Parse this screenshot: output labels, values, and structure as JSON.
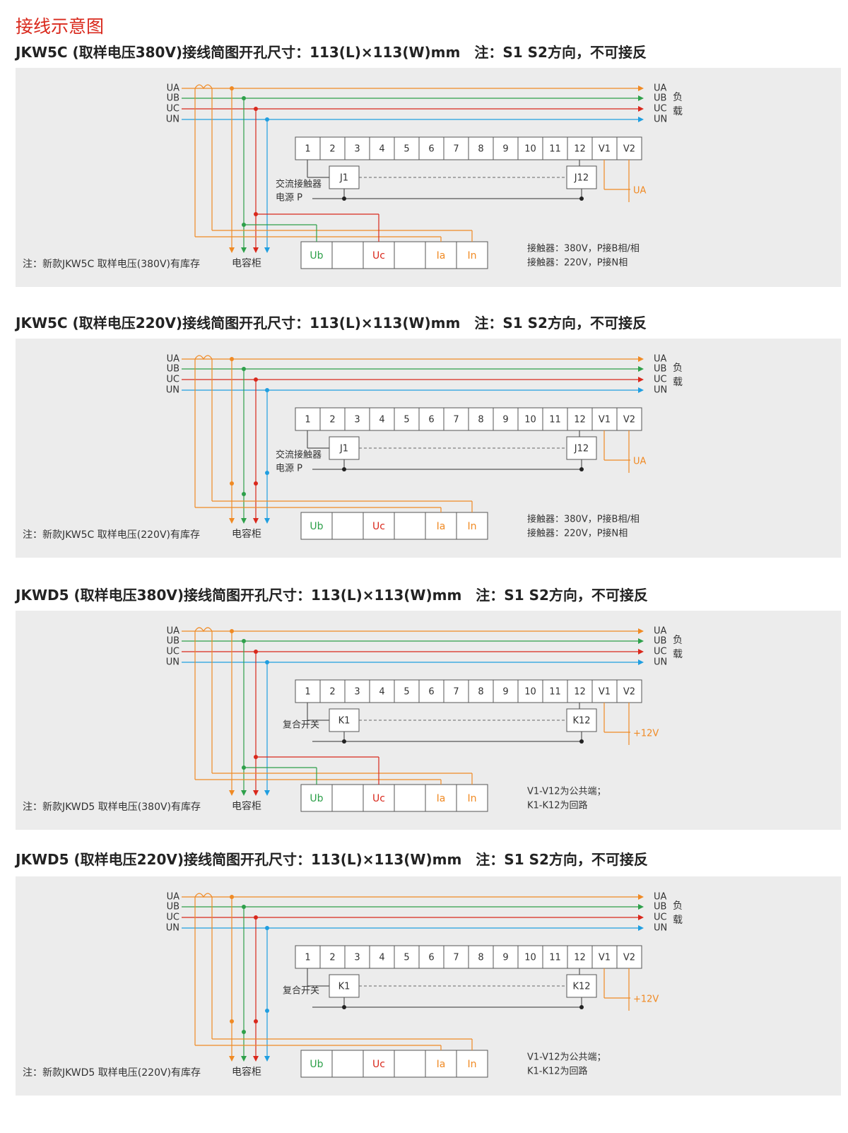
{
  "page_title": "接线示意图",
  "colors": {
    "UA": "#f08a24",
    "UB": "#2ea04a",
    "UC": "#d9281c",
    "UN": "#1f9ee0",
    "title": "#d9281c",
    "panel_bg": "#ececec",
    "box_border": "#555555"
  },
  "line_labels": [
    "UA",
    "UB",
    "UC",
    "UN"
  ],
  "load_label": [
    "负",
    "载"
  ],
  "terminals": [
    "1",
    "2",
    "3",
    "4",
    "5",
    "6",
    "7",
    "8",
    "9",
    "10",
    "11",
    "12",
    "V1",
    "V2"
  ],
  "meter_boxes": [
    "Ub",
    "",
    "Uc",
    "",
    "Ia",
    "In"
  ],
  "capacitor_label": "电容柜",
  "diagrams": [
    {
      "heading": "JKW5C (取样电压380V)接线简图开孔尺寸：113(L)×113(W)mm　注：S1 S2方向，不可接反",
      "relay_first": "J1",
      "relay_last": "J12",
      "supply_label": [
        "交流接触器",
        "电源 P"
      ],
      "v_output": "UA",
      "bottom_note": "注：新款JKW5C 取样电压(380V)有库存",
      "right_notes": [
        "接触器：380V，P接B相/相",
        "接触器：220V，P接N相"
      ],
      "variant": "380"
    },
    {
      "heading": "JKW5C (取样电压220V)接线简图开孔尺寸：113(L)×113(W)mm　注：S1 S2方向，不可接反",
      "relay_first": "J1",
      "relay_last": "J12",
      "supply_label": [
        "交流接触器",
        "电源 P"
      ],
      "v_output": "UA",
      "bottom_note": "注：新款JKW5C 取样电压(220V)有库存",
      "right_notes": [
        "接触器：380V，P接B相/相",
        "接触器：220V，P接N相"
      ],
      "variant": "220"
    },
    {
      "heading": "JKWD5 (取样电压380V)接线简图开孔尺寸：113(L)×113(W)mm　注：S1 S2方向，不可接反",
      "relay_first": "K1",
      "relay_last": "K12",
      "supply_label": [
        "复合开关"
      ],
      "v_output": "+12V",
      "bottom_note": "注：新款JKWD5 取样电压(380V)有库存",
      "right_notes": [
        "V1-V12为公共端；",
        "K1-K12为回路"
      ],
      "variant": "380"
    },
    {
      "heading": "JKWD5 (取样电压220V)接线简图开孔尺寸：113(L)×113(W)mm　注：S1 S2方向，不可接反",
      "relay_first": "K1",
      "relay_last": "K12",
      "supply_label": [
        "复合开关"
      ],
      "v_output": "+12V",
      "bottom_note": "注：新款JKWD5 取样电压(220V)有库存",
      "right_notes": [
        "V1-V12为公共端；",
        "K1-K12为回路"
      ],
      "variant": "220"
    }
  ]
}
